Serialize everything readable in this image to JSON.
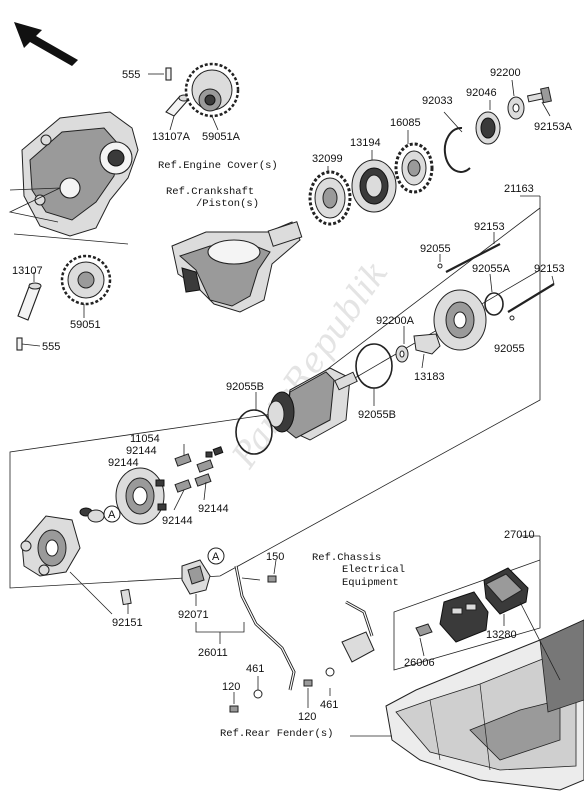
{
  "watermark": "PartsRepublik",
  "labels": {
    "p555_top": "555",
    "p13107A": "13107A",
    "p59051A": "59051A",
    "p13107": "13107",
    "p59051": "59051",
    "p555_bot": "555",
    "p32099": "32099",
    "p13194": "13194",
    "p16085": "16085",
    "p92033": "92033",
    "p92046": "92046",
    "p92200": "92200",
    "p92153A": "92153A",
    "p21163": "21163",
    "p92153a": "92153",
    "p92055a": "92055",
    "p92055A": "92055A",
    "p92153b": "92153",
    "p92200A": "92200A",
    "p92055b": "92055",
    "p13183": "13183",
    "p92055B_left": "92055B",
    "p92055B_right": "92055B",
    "p11054": "11054",
    "p92144_1": "92144",
    "p92144_2": "92144",
    "p92144_3": "92144",
    "p92144_4": "92144",
    "p92151": "92151",
    "p92071": "92071",
    "p150": "150",
    "p26011": "26011",
    "p461_a": "461",
    "p461_b": "461",
    "p120_a": "120",
    "p120_b": "120",
    "p27010": "27010",
    "p13280": "13280",
    "p26006": "26006",
    "circleA_1": "A",
    "circleA_2": "A"
  },
  "refs": {
    "engine_cover": "Ref.Engine Cover(s)",
    "crankshaft_1": "Ref.Crankshaft",
    "crankshaft_2": "/Piston(s)",
    "chassis_1": "Ref.Chassis",
    "chassis_2": "Electrical",
    "chassis_3": "Equipment",
    "rear_fender": "Ref.Rear Fender(s)"
  }
}
